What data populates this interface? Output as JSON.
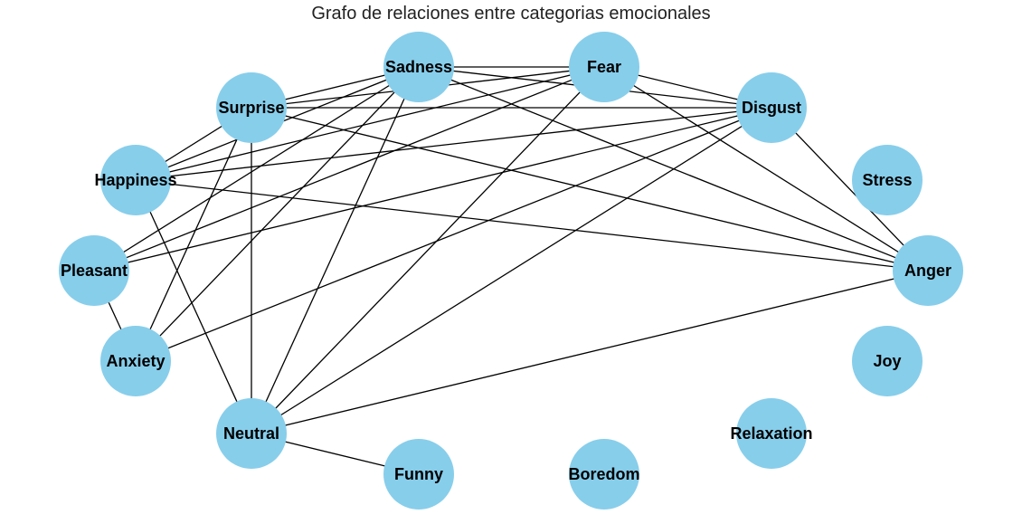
{
  "title": "Grafo de relaciones entre categorias emocionales",
  "colors": {
    "node_fill": "#87CEEB",
    "edge": "#000000",
    "label": "#000000"
  },
  "nodes": [
    {
      "id": "sadness",
      "label": "Sadness"
    },
    {
      "id": "fear",
      "label": "Fear"
    },
    {
      "id": "surprise",
      "label": "Surprise"
    },
    {
      "id": "disgust",
      "label": "Disgust"
    },
    {
      "id": "happiness",
      "label": "Happiness"
    },
    {
      "id": "stress",
      "label": "Stress"
    },
    {
      "id": "pleasant",
      "label": "Pleasant"
    },
    {
      "id": "anger",
      "label": "Anger"
    },
    {
      "id": "anxiety",
      "label": "Anxiety"
    },
    {
      "id": "joy",
      "label": "Joy"
    },
    {
      "id": "neutral",
      "label": "Neutral"
    },
    {
      "id": "relaxation",
      "label": "Relaxation"
    },
    {
      "id": "funny",
      "label": "Funny"
    },
    {
      "id": "boredom",
      "label": "Boredom"
    }
  ],
  "edges": [
    [
      "sadness",
      "fear"
    ],
    [
      "sadness",
      "surprise"
    ],
    [
      "sadness",
      "disgust"
    ],
    [
      "sadness",
      "happiness"
    ],
    [
      "sadness",
      "pleasant"
    ],
    [
      "sadness",
      "anger"
    ],
    [
      "sadness",
      "anxiety"
    ],
    [
      "sadness",
      "neutral"
    ],
    [
      "fear",
      "surprise"
    ],
    [
      "fear",
      "disgust"
    ],
    [
      "fear",
      "happiness"
    ],
    [
      "fear",
      "pleasant"
    ],
    [
      "fear",
      "anger"
    ],
    [
      "fear",
      "neutral"
    ],
    [
      "surprise",
      "disgust"
    ],
    [
      "surprise",
      "happiness"
    ],
    [
      "surprise",
      "anger"
    ],
    [
      "surprise",
      "anxiety"
    ],
    [
      "surprise",
      "neutral"
    ],
    [
      "disgust",
      "happiness"
    ],
    [
      "disgust",
      "pleasant"
    ],
    [
      "disgust",
      "anger"
    ],
    [
      "disgust",
      "anxiety"
    ],
    [
      "disgust",
      "neutral"
    ],
    [
      "happiness",
      "anger"
    ],
    [
      "happiness",
      "neutral"
    ],
    [
      "pleasant",
      "anxiety"
    ],
    [
      "anger",
      "neutral"
    ],
    [
      "neutral",
      "funny"
    ]
  ]
}
